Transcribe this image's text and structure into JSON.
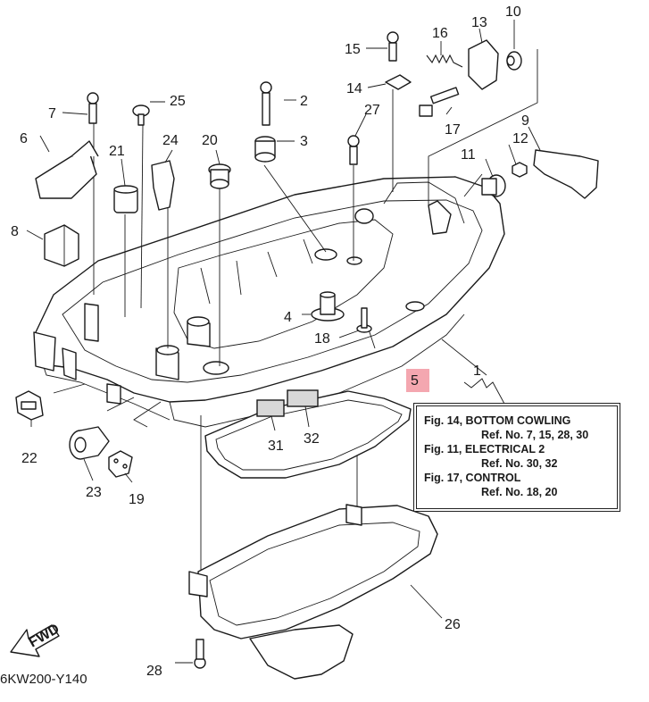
{
  "diagram": {
    "callouts": {
      "c1": "1",
      "c2": "2",
      "c3": "3",
      "c4": "4",
      "c5": "5",
      "c6": "6",
      "c7": "7",
      "c8": "8",
      "c9": "9",
      "c10": "10",
      "c11": "11",
      "c12": "12",
      "c13": "13",
      "c14": "14",
      "c15": "15",
      "c16": "16",
      "c17": "17",
      "c18": "18",
      "c19": "19",
      "c20": "20",
      "c21": "21",
      "c22": "22",
      "c23": "23",
      "c24": "24",
      "c25": "25",
      "c26": "26",
      "c27": "27",
      "c28": "28",
      "c31": "31",
      "c32": "32"
    },
    "highlighted_callout": "5",
    "highlight_color": "#f4a7b0",
    "reference_box": {
      "lines": [
        "Fig. 14, BOTTOM COWLING",
        "Ref. No. 7, 15, 28, 30",
        "Fig. 11, ELECTRICAL 2",
        "Ref. No. 30, 32",
        "Fig. 17, CONTROL",
        "Ref. No. 18, 20"
      ]
    },
    "fwd_label": "FWD",
    "drawing_code": "6KW200-Y140"
  }
}
